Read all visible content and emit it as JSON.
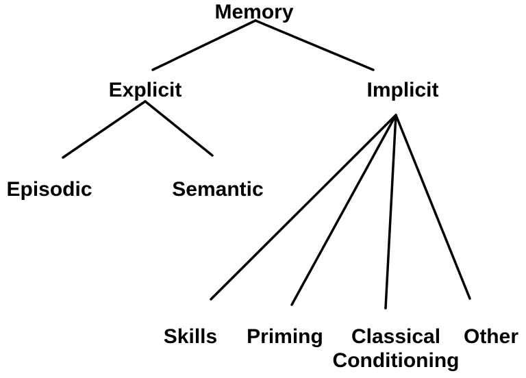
{
  "diagram": {
    "root": "Memory",
    "branches": {
      "explicit": "Explicit",
      "implicit": "Implicit"
    },
    "explicit_children": {
      "episodic": "Episodic",
      "semantic": "Semantic"
    },
    "implicit_children": {
      "skills": "Skills",
      "priming": "Priming",
      "classical_line1": "Classical",
      "classical_line2": "Conditioning",
      "other": "Other"
    }
  }
}
